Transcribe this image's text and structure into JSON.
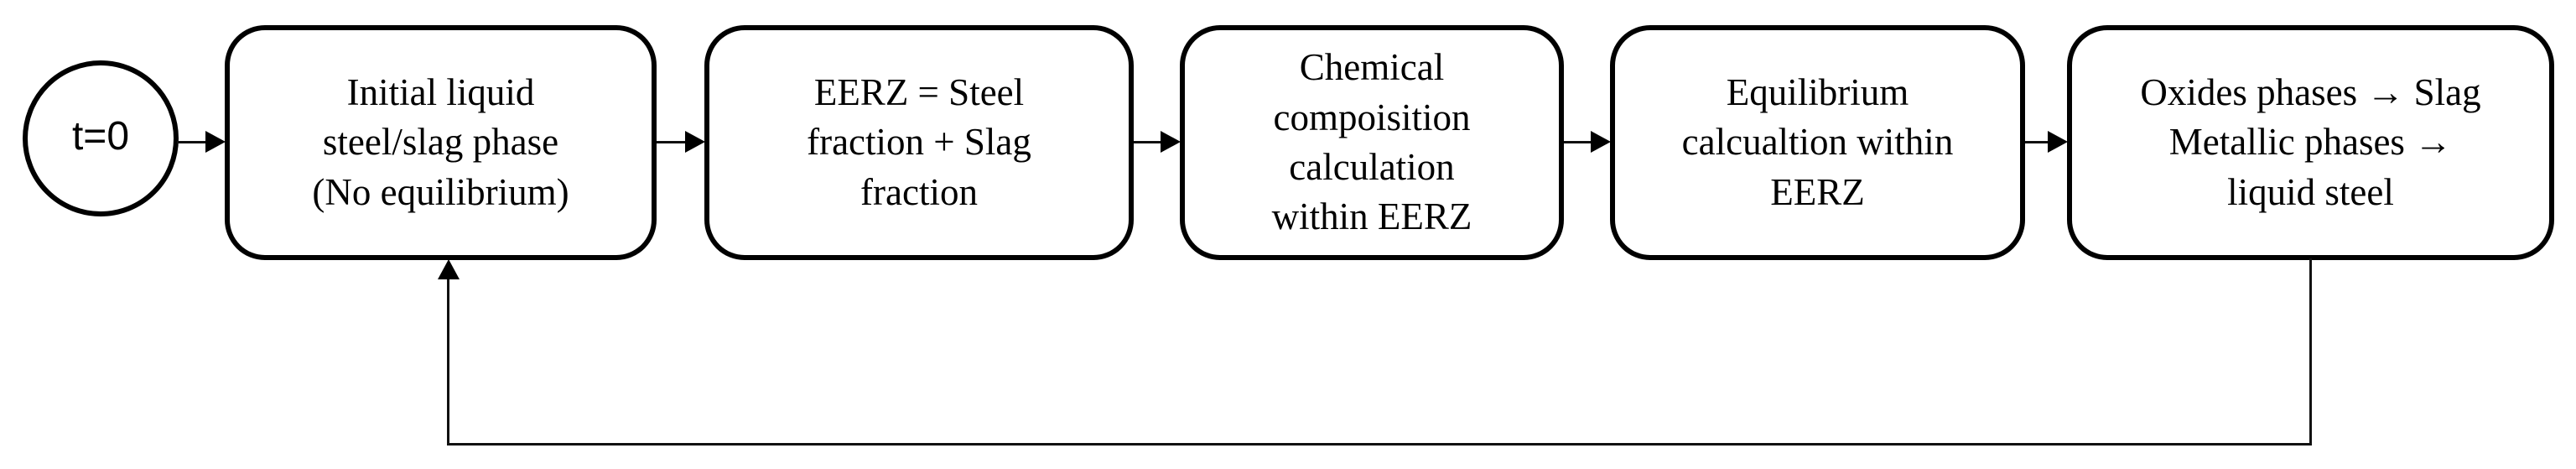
{
  "diagram": {
    "type": "flowchart",
    "start": {
      "label": "t=0"
    },
    "boxes": [
      {
        "label": "Initial liquid\nsteel/slag phase\n(No equilibrium)"
      },
      {
        "label": "EERZ = Steel\nfraction + Slag\nfraction"
      },
      {
        "label": "Chemical\ncompoisition\ncalculation\nwithin EERZ"
      },
      {
        "label": "Equilibrium\ncalcualtion within\nEERZ"
      },
      {
        "label": "Oxides phases → Slag\nMetallic phases →\nliquid steel"
      }
    ],
    "flow": "start → box1 → box2 → box3 → box4 → box5, feedback loop from box5 back to box1",
    "colors": {
      "stroke": "#000000",
      "background": "#ffffff",
      "text": "#000000"
    }
  }
}
